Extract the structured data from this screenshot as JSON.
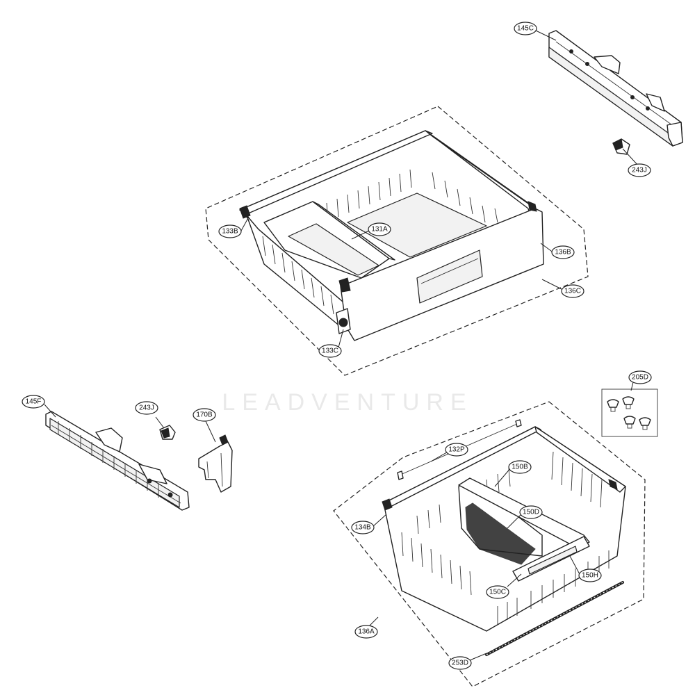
{
  "watermark": "LEADVENTURE",
  "callouts": [
    {
      "id": "145C",
      "label": "145C"
    },
    {
      "id": "243J-top",
      "label": "243J"
    },
    {
      "id": "133B",
      "label": "133B"
    },
    {
      "id": "131A",
      "label": "131A"
    },
    {
      "id": "136B",
      "label": "136B"
    },
    {
      "id": "136C",
      "label": "136C"
    },
    {
      "id": "133C",
      "label": "133C"
    },
    {
      "id": "205D",
      "label": "205D"
    },
    {
      "id": "145F",
      "label": "145F"
    },
    {
      "id": "243J-mid",
      "label": "243J"
    },
    {
      "id": "170B",
      "label": "170B"
    },
    {
      "id": "132P",
      "label": "132P"
    },
    {
      "id": "150B",
      "label": "150B"
    },
    {
      "id": "150D",
      "label": "150D"
    },
    {
      "id": "134B",
      "label": "134B"
    },
    {
      "id": "150H",
      "label": "150H"
    },
    {
      "id": "150C",
      "label": "150C"
    },
    {
      "id": "136A",
      "label": "136A"
    },
    {
      "id": "253D",
      "label": "253D"
    }
  ]
}
